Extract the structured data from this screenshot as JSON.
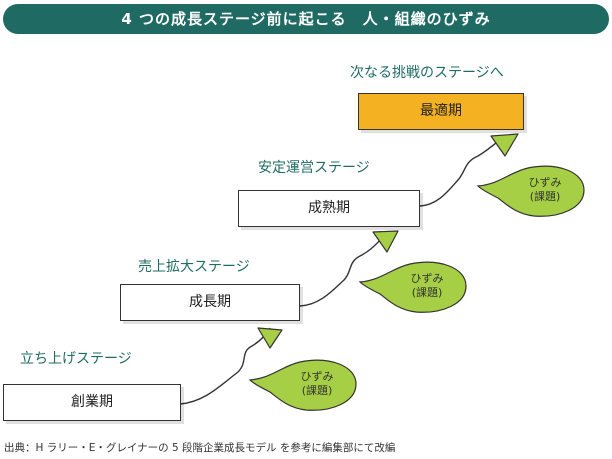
{
  "title": "4 つの成長ステージ前に起こる　人・組織のひずみ",
  "stages": [
    {
      "label": "立ち上げステージ",
      "period": "創業期"
    },
    {
      "label": "売上拡大ステージ",
      "period": "成長期"
    },
    {
      "label": "安定運営ステージ",
      "period": "成熟期"
    },
    {
      "label": "次なる挑戦のステージへ",
      "period": "最適期"
    }
  ],
  "hizumi": [
    {
      "line1": "ひずみ",
      "line2": "(課題)"
    },
    {
      "line1": "ひずみ",
      "line2": "(課題)"
    },
    {
      "line1": "ひずみ",
      "line2": "(課題)"
    }
  ],
  "footer": "出典：H ラリー・E・グレイナーの 5 段階企業成長モデル を参考に編集部にて改編",
  "colors": {
    "title_bg": "#1f6b63",
    "stage_label": "#1f6b63",
    "optimal_fill": "#f4b223",
    "bubble_fill": "#a6cf45"
  }
}
